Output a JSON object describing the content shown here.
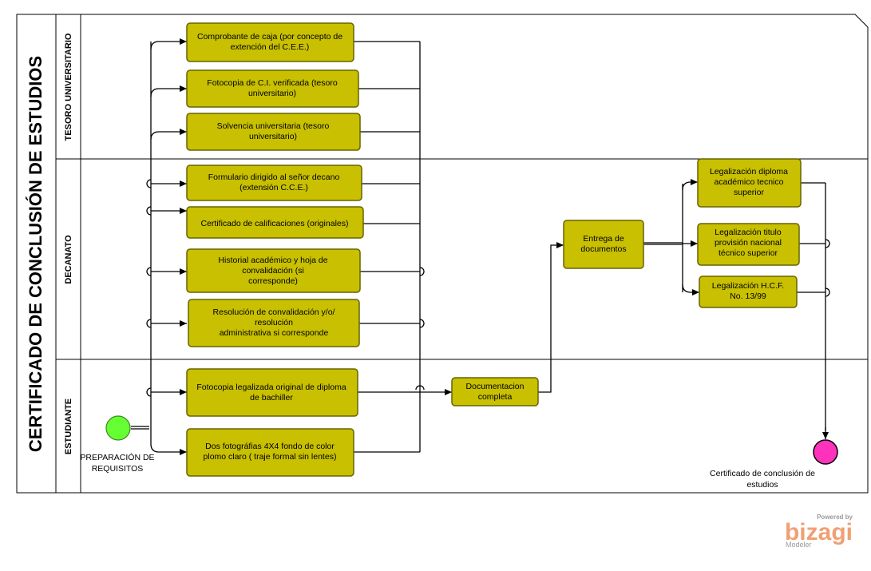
{
  "pool": {
    "title": "CERTIFICADO DE CONCLUSIÓN DE ESTUDIOS"
  },
  "lanes": [
    {
      "id": "tesoro",
      "label": "TESORO UNIVERSITARIO"
    },
    {
      "id": "decanato",
      "label": "DECANATO"
    },
    {
      "id": "estudiante",
      "label": "ESTUDIANTE"
    }
  ],
  "events": {
    "start": {
      "label_lines": [
        "PREPARACIÓN DE",
        "REQUISITOS"
      ],
      "color": "#66ff33"
    },
    "end": {
      "label_lines": [
        "Certificado de conclusión de",
        "estudios"
      ],
      "color": "#ff33bb"
    }
  },
  "tasks": [
    {
      "id": "t1",
      "lines": [
        "Comprobante de caja (por concepto de",
        "extención del C.E.E.)"
      ]
    },
    {
      "id": "t2",
      "lines": [
        "Fotocopia de C.I. verificada (tesoro",
        "universitario)"
      ]
    },
    {
      "id": "t3",
      "lines": [
        "Solvencia universitaria (tesoro",
        "universitario)"
      ]
    },
    {
      "id": "t4",
      "lines": [
        "Formulario dirigido al señor decano",
        "(extensión C.C.E.)"
      ]
    },
    {
      "id": "t5",
      "lines": [
        "Certificado de calificaciones (originales)"
      ]
    },
    {
      "id": "t6",
      "lines": [
        "Historial académico y hoja de",
        "convalidación (si",
        "corresponde)"
      ]
    },
    {
      "id": "t7",
      "lines": [
        "Resolución de convalidación y/o/",
        "resolución",
        "administrativa si corresponde"
      ]
    },
    {
      "id": "t8",
      "lines": [
        "Fotocopia legalizada original de diploma",
        "de bachiller"
      ]
    },
    {
      "id": "t9",
      "lines": [
        "Dos fotográfias 4X4 fondo de color",
        "plomo claro ( traje formal sin lentes)"
      ]
    },
    {
      "id": "t10",
      "lines": [
        "Documentacion",
        "completa"
      ]
    },
    {
      "id": "t11",
      "lines": [
        "Entrega de",
        "documentos"
      ]
    },
    {
      "id": "t12",
      "lines": [
        "Legalización diploma",
        "académico tecnico",
        "superior"
      ]
    },
    {
      "id": "t13",
      "lines": [
        "Legalización titulo",
        "provisión nacional",
        "técnico superior"
      ]
    },
    {
      "id": "t14",
      "lines": [
        "Legalización H.C.F.",
        "No. 13/99"
      ]
    }
  ],
  "branding": {
    "powered": "Powered by",
    "name": "bizagi",
    "product": "Modeler"
  },
  "colors": {
    "task_fill": "#c8c000",
    "task_stroke": "#676400",
    "start": "#66ff33",
    "end": "#ff33bb"
  }
}
